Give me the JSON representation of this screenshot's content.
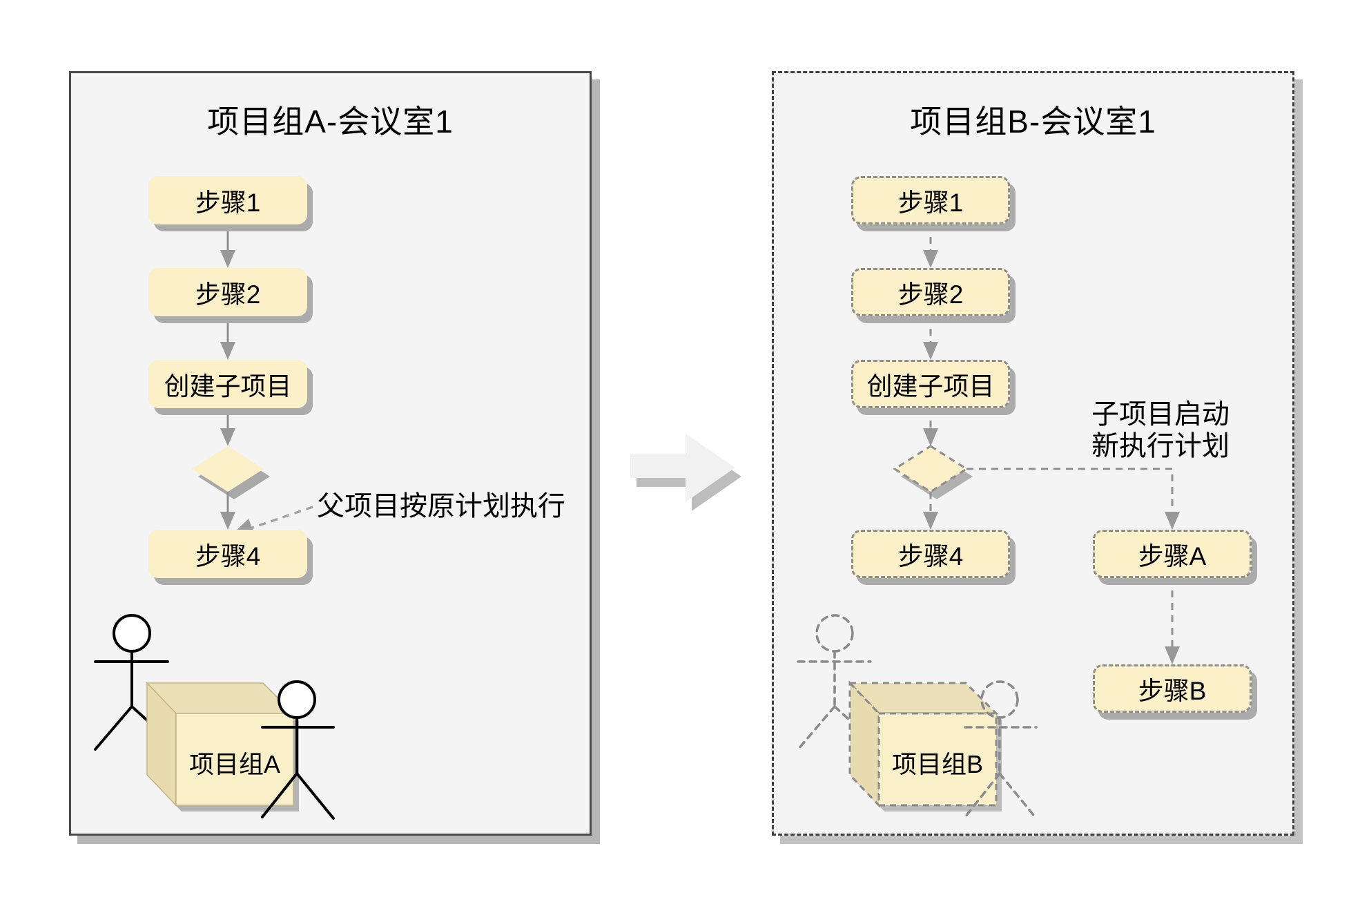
{
  "panels": [
    {
      "id": "A",
      "title": "项目组A-会议室1",
      "border_style": "solid",
      "nodes": {
        "step1": "步骤1",
        "step2": "步骤2",
        "create": "创建子项目",
        "step4": "步骤4"
      },
      "annotation": "父项目按原计划执行",
      "group_label": "项目组A",
      "actors": 2
    },
    {
      "id": "B",
      "title": "项目组B-会议室1",
      "border_style": "dashed",
      "nodes": {
        "step1": "步骤1",
        "step2": "步骤2",
        "create": "创建子项目",
        "step4": "步骤4",
        "stepA": "步骤A",
        "stepB": "步骤B"
      },
      "annotation_lines": [
        "子项目启动",
        "新执行计划"
      ],
      "group_label": "项目组B",
      "actors": 2
    }
  ],
  "transition": {
    "icon": "block-arrow-right"
  },
  "colors": {
    "canvas_bg": "#ffffff",
    "panel_bg": "#f4f4f4",
    "panel_border": "#4a4a4a",
    "node_fill": "#FBF0C7",
    "node_shadow": "#ababab",
    "node_dash_border": "#8e8e8e",
    "connector": "#8f8f8f",
    "arrowhead": "#989898",
    "cube_top": "#ECE0B8",
    "cube_left": "#E7DBAF",
    "cube_front": "#F9EFC9",
    "shadow_gray": "#b3b3b3",
    "text": "#000000"
  }
}
